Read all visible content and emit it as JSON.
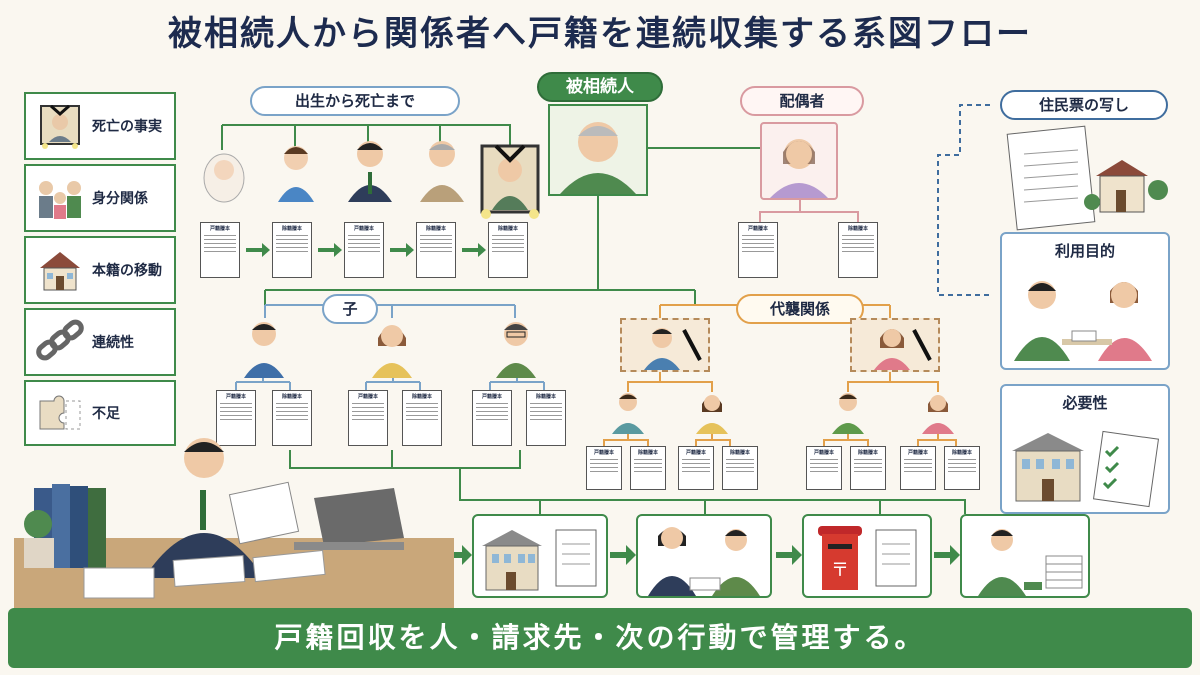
{
  "title": "被相続人から関係者へ戸籍を連続収集する系図フロー",
  "labels": {
    "birth_to_death": "出生から死亡まで",
    "decedent": "被相続人",
    "spouse": "配偶者",
    "children": "子",
    "representation": "代襲関係"
  },
  "legend": [
    {
      "label": "死亡の事実",
      "icon": "memorial-portrait-icon"
    },
    {
      "label": "身分関係",
      "icon": "family-icon"
    },
    {
      "label": "本籍の移動",
      "icon": "house-icon"
    },
    {
      "label": "連続性",
      "icon": "chain-icon"
    },
    {
      "label": "不足",
      "icon": "missing-puzzle-icon"
    }
  ],
  "document_labels": {
    "koseki_tohon": "戸籍謄本",
    "joseki_tohon": "除籍謄本"
  },
  "right_panel": [
    {
      "title": "住民票の写し",
      "icon": "resident-record-icon"
    },
    {
      "title": "利用目的",
      "icon": "consultation-icon"
    },
    {
      "title": "必要性",
      "icon": "city-office-icon"
    }
  ],
  "steps": [
    {
      "icon": "city-hall-request-icon"
    },
    {
      "icon": "counter-meeting-icon"
    },
    {
      "icon": "mail-post-icon"
    },
    {
      "icon": "records-review-icon"
    }
  ],
  "footer": "戸籍回収を人・請求先・次の行動で管理する。",
  "colors": {
    "primary_green": "#3f8a4a",
    "navy": "#1d2b4f",
    "blue_line": "#7aa3c8",
    "orange_line": "#e2a04a",
    "pink_line": "#d99aa0"
  }
}
